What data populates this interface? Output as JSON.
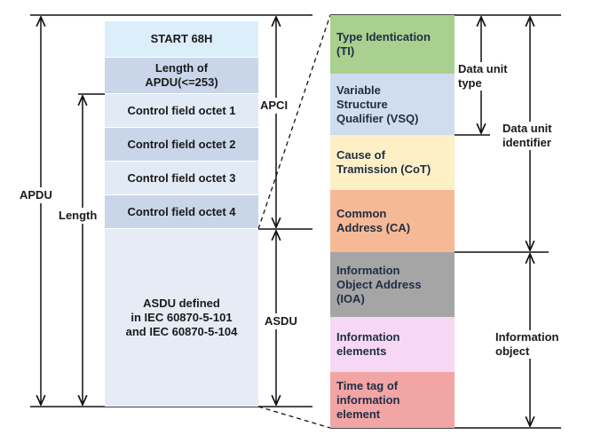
{
  "left_stack": [
    {
      "text": "START 68H",
      "color": "#dceefa"
    },
    {
      "text": "Length of\nAPDU(<=253)",
      "color": "#c9d6ea"
    },
    {
      "text": "Control field octet 1",
      "color": "#e2eaf6"
    },
    {
      "text": "Control field octet 2",
      "color": "#c9d6ea"
    },
    {
      "text": "Control field octet 3",
      "color": "#e2eaf6"
    },
    {
      "text": "Control field octet 4",
      "color": "#c9d6ea"
    },
    {
      "text": "ASDU defined\nin IEC 60870-5-101\nand IEC 60870-5-104",
      "color": "#e6ecf6"
    }
  ],
  "right_stack": [
    {
      "text": "Type Identication\n(TI)",
      "color": "#a9d08e"
    },
    {
      "text": "Variable\nStructure\nQualifier (VSQ)",
      "color": "#d0ddee"
    },
    {
      "text": "Cause of\nTramission (CoT)",
      "color": "#fdf0c6"
    },
    {
      "text": "Common\nAddress (CA)",
      "color": "#f6b996"
    },
    {
      "text": "Information\nObject Address\n(IOA)",
      "color": "#a5a5a5"
    },
    {
      "text": "Information\nelements",
      "color": "#f6d7f4"
    },
    {
      "text": "Time tag of\ninformation\nelement",
      "color": "#f2a5a5"
    }
  ],
  "labels": {
    "apdu": "APDU",
    "length": "Length",
    "apci": "APCI",
    "asdu": "ASDU",
    "data_unit_type": "Data unit\ntype",
    "data_unit_identifier": "Data unit\nidentifier",
    "information_object": "Information\nobject"
  }
}
